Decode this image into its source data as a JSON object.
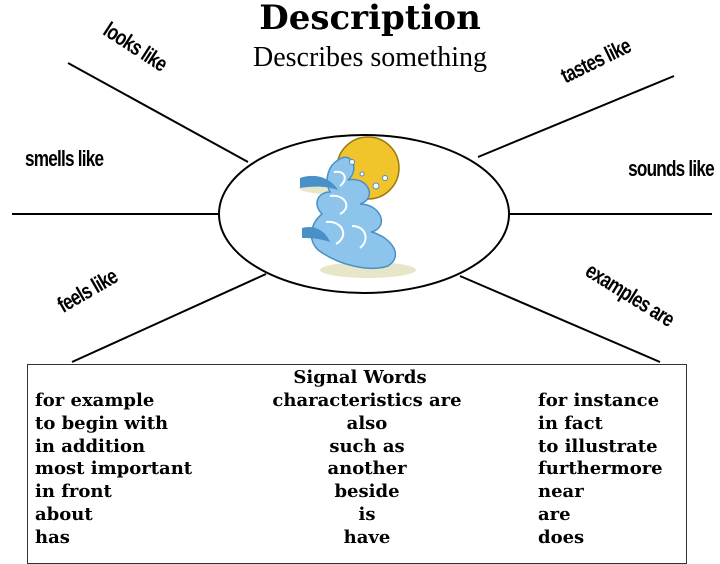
{
  "header": {
    "title": "Description",
    "subtitle": "Describes something"
  },
  "spokes": {
    "looks_like": "looks like",
    "smells_like": "smells like",
    "feels_like": "feels like",
    "tastes_like": "tastes like",
    "sounds_like": "sounds like",
    "examples_are": "examples are"
  },
  "center_image": {
    "icon": "sun-and-waves-icon",
    "colors": {
      "sun": "#f2c42c",
      "wave": "#8cc4ec",
      "wave_dark": "#4a90c8",
      "ground": "#e8e6c8"
    }
  },
  "signal_words": {
    "title": "Signal Words",
    "left": [
      "for example",
      "to begin with",
      "in addition",
      "most important",
      "in front",
      "about",
      "has"
    ],
    "middle": [
      "characteristics are",
      "also",
      "such as",
      "another",
      "beside",
      "is",
      "have"
    ],
    "right": [
      "for instance",
      "in fact",
      "to illustrate",
      "furthermore",
      "near",
      "are",
      "does"
    ]
  }
}
